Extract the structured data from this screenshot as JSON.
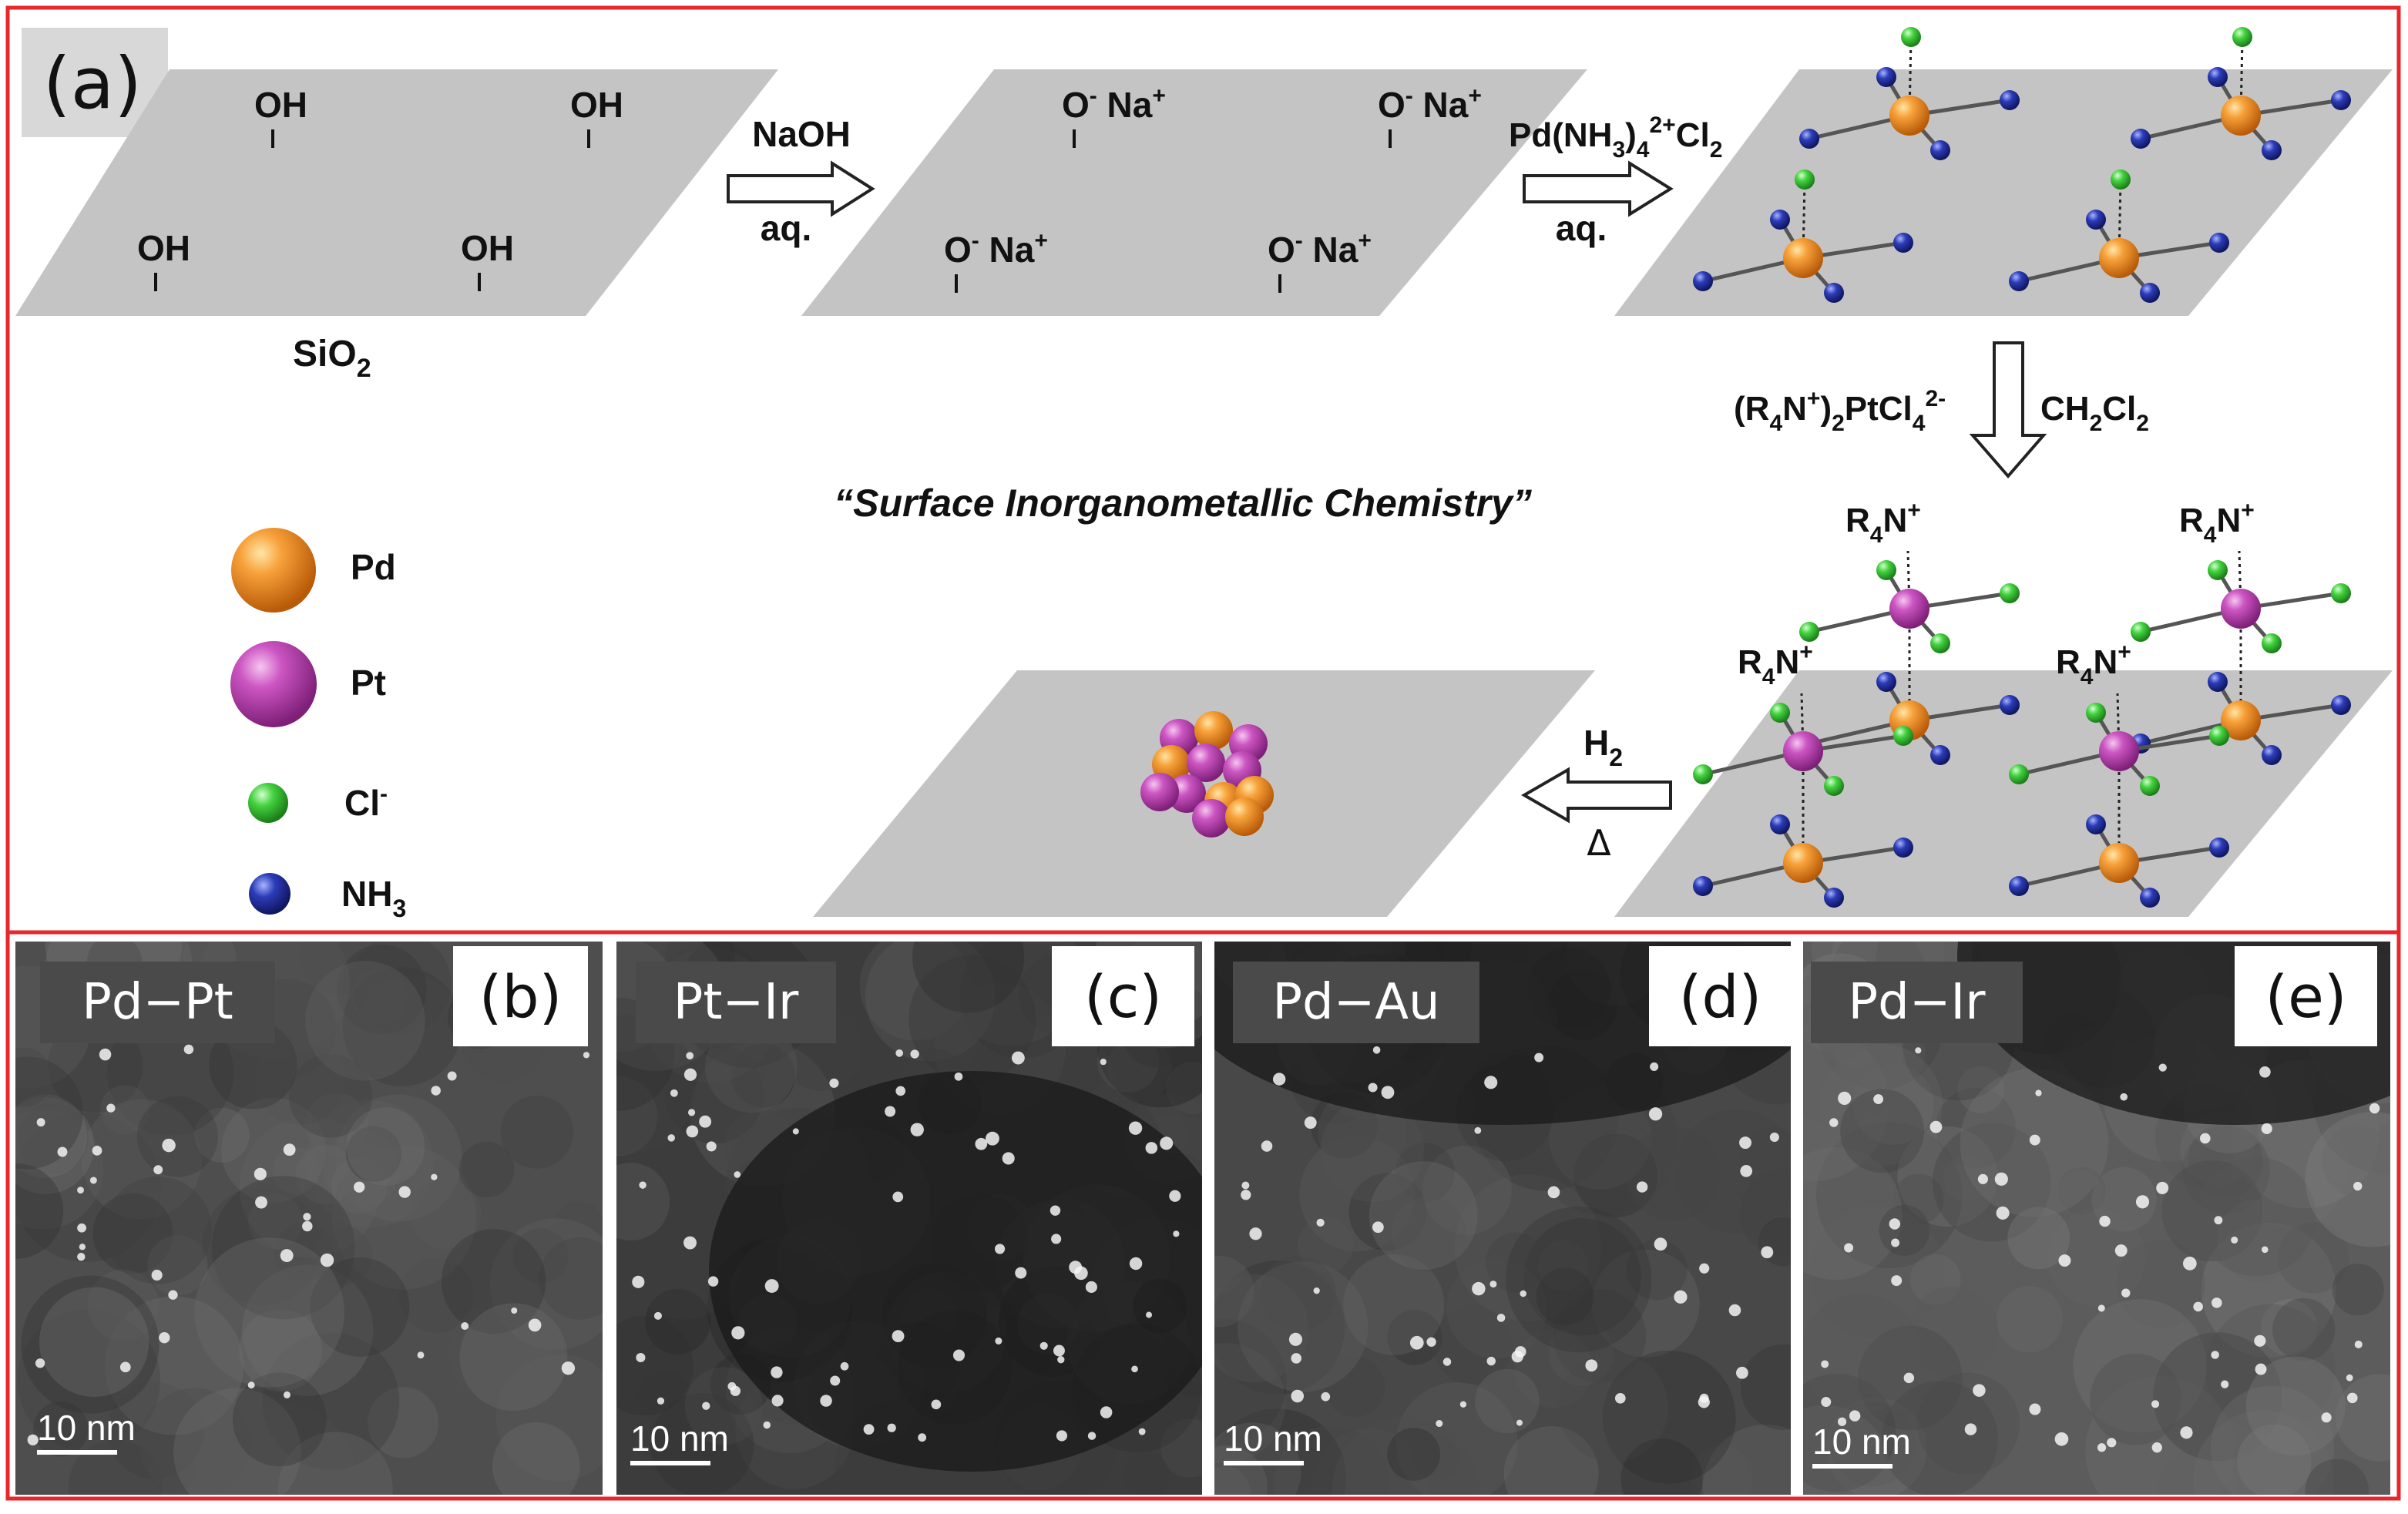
{
  "panel_a": {
    "label": "(a)",
    "oh": "OH",
    "sio2_main": "SiO",
    "sio2_sub": "2",
    "step1_top": "NaOH",
    "step1_bottom": "aq.",
    "o_minus": "O",
    "o_sup": "-",
    "na": " Na",
    "na_sup": "+",
    "step2_top_main": "Pd(NH",
    "step2_top_sub": "3",
    "step2_top_paren": ")",
    "step2_top_sub2": "4",
    "step2_top_sup": "2+",
    "step2_top_end": "Cl",
    "step2_top_end_sub": "2",
    "step2_bottom": "aq.",
    "step3_left_a": "(R",
    "step3_left_sub1": "4",
    "step3_left_b": "N",
    "step3_left_sup1": "+",
    "step3_left_c": ")",
    "step3_left_sub2": "2",
    "step3_left_d": "PtCl",
    "step3_left_sub3": "4",
    "step3_left_sup2": "2-",
    "step3_right_a": "CH",
    "step3_right_sub1": "2",
    "step3_right_b": "Cl",
    "step3_right_sub2": "2",
    "r4n_a": "R",
    "r4n_sub": "4",
    "r4n_b": "N",
    "r4n_sup": "+",
    "caption": "“Surface Inorganometallic Chemistry”",
    "step4_top_a": "H",
    "step4_top_sub": "2",
    "step4_bottom": "Δ",
    "legend": {
      "pd": "Pd",
      "pt": "Pt",
      "cl_a": "Cl",
      "cl_sup": "-",
      "nh3_a": "NH",
      "nh3_sub": "3"
    }
  },
  "tem_panels": [
    {
      "composition": "Pd−Pt",
      "letter": "(b)",
      "scale": "10 nm"
    },
    {
      "composition": "Pt−Ir",
      "letter": "(c)",
      "scale": "10 nm"
    },
    {
      "composition": "Pd−Au",
      "letter": "(d)",
      "scale": "10 nm"
    },
    {
      "composition": "Pd−Ir",
      "letter": "(e)",
      "scale": "10 nm"
    }
  ],
  "colors": {
    "frame": "#e8262b",
    "plane": "#c4c4c4",
    "pd": "#f28c1e",
    "pt": "#c04ab8",
    "cl": "#3cc83c",
    "nh3": "#22309a",
    "bond": "#555555"
  }
}
